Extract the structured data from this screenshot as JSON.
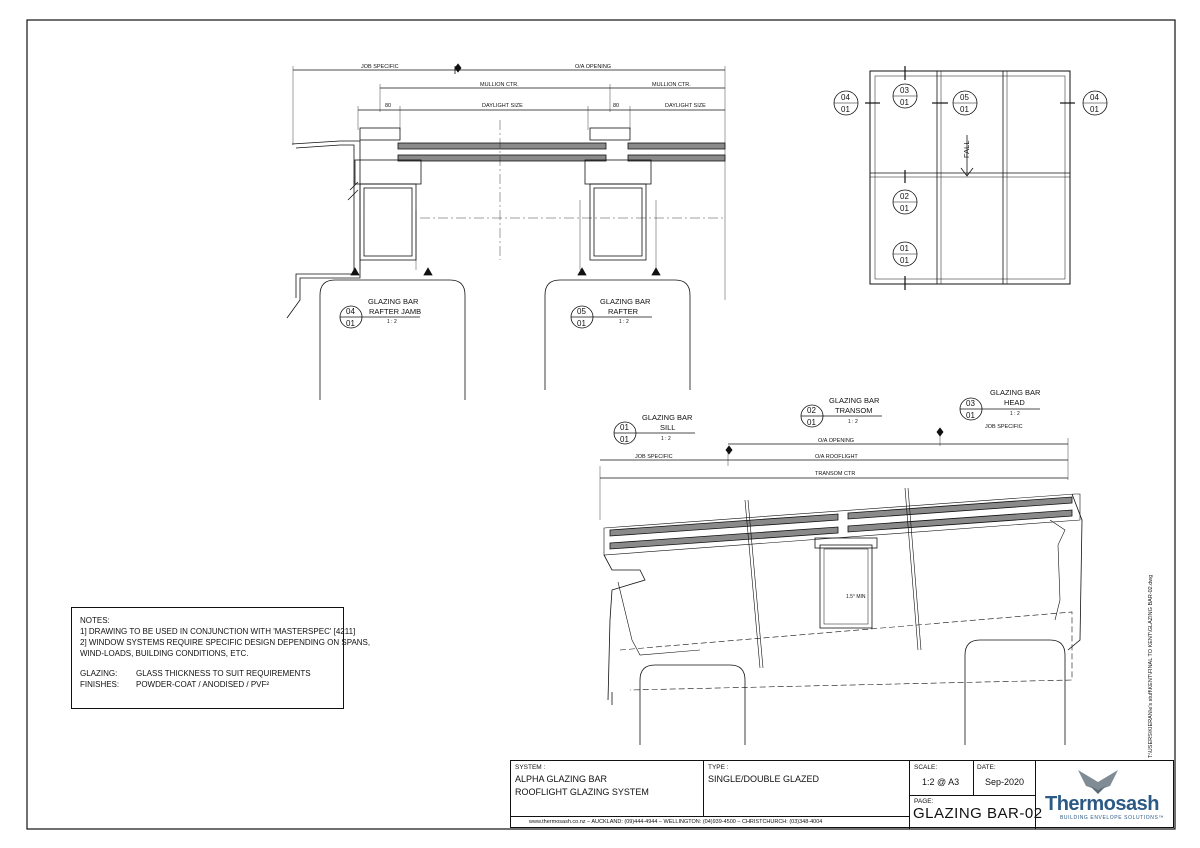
{
  "details": {
    "d04": {
      "num": "04",
      "sheet": "01",
      "title1": "GLAZING BAR",
      "title2": "RAFTER JAMB",
      "scale": "1 : 2"
    },
    "d05": {
      "num": "05",
      "sheet": "01",
      "title1": "GLAZING BAR",
      "title2": "RAFTER",
      "scale": "1 : 2"
    },
    "d01": {
      "num": "01",
      "sheet": "01",
      "title1": "GLAZING BAR",
      "title2": "SILL",
      "scale": "1 : 2"
    },
    "d02": {
      "num": "02",
      "sheet": "01",
      "title1": "GLAZING BAR",
      "title2": "TRANSOM",
      "scale": "1 : 2"
    },
    "d03": {
      "num": "03",
      "sheet": "01",
      "title1": "GLAZING BAR",
      "title2": "HEAD",
      "scale": "1 : 2"
    }
  },
  "dims_top": {
    "job_specific": "JOB SPECIFIC",
    "oa_opening": "O/A OPENING",
    "mullion_ctr_1": "MULLION CTR.",
    "mullion_ctr_2": "MULLION CTR.",
    "w80_1": "80",
    "w80_2": "80",
    "daylight_1": "DAYLIGHT SIZE",
    "daylight_2": "DAYLIGHT SIZE"
  },
  "dims_bottom": {
    "oa_opening": "O/A OPENING",
    "job_specific_right": "JOB SPECIFIC",
    "job_specific_left": "JOB SPECIFIC",
    "oa_rooflight": "O/A ROOFLIGHT",
    "transom_ctr": "TRANSOM CTR",
    "min_note": "1.5° MIN"
  },
  "key_plan": {
    "fall": "FALL",
    "markers": [
      {
        "num": "04",
        "sheet": "01"
      },
      {
        "num": "03",
        "sheet": "01"
      },
      {
        "num": "05",
        "sheet": "01"
      },
      {
        "num": "04",
        "sheet": "01"
      },
      {
        "num": "02",
        "sheet": "01"
      },
      {
        "num": "01",
        "sheet": "01"
      }
    ]
  },
  "notes": {
    "heading": "NOTES:",
    "line1": "1] DRAWING TO BE USED IN CONJUNCTION WITH 'MASTERSPEC' [4211]",
    "line2": "2] WINDOW SYSTEMS REQUIRE SPECIFIC DESIGN DEPENDING ON SPANS,",
    "line3": "WIND-LOADS, BUILDING CONDITIONS, ETC.",
    "glazing_key": "GLAZING:",
    "glazing_val": "GLASS THICKNESS TO SUIT REQUIREMENTS",
    "finishes_key": "FINISHES:",
    "finishes_val": "POWDER-COAT / ANODISED / PVF²"
  },
  "title_block": {
    "system_caption": "SYSTEM :",
    "system_line1": "ALPHA GLAZING BAR",
    "system_line2": "ROOFLIGHT GLAZING SYSTEM",
    "type_caption": "TYPE :",
    "type_value": "SINGLE/DOUBLE GLAZED",
    "scale_caption": "SCALE:",
    "scale_value": "1:2 @ A3",
    "date_caption": "DATE:",
    "date_value": "Sep-2020",
    "page_caption": "PAGE:",
    "page_value": "GLAZING BAR-02",
    "contacts": "www.thermosash.co.nz  –  AUCKLAND: (09)444-4944  –  WELLINGTON: (04)939-4500  –  CHRISTCHURCH: (03)348-4004",
    "logo_name": "Thermosash",
    "logo_tagline": "BUILDING ENVELOPE SOLUTIONS™"
  },
  "file_path": "T:\\USERS\\KIERAN\\e's stuff\\KENT\\FINAL TO KENT\\GLAZING BAR-02.dwg",
  "colors": {
    "line": "#111111",
    "glass": "#8a8a8a",
    "brand": "#2c5a85"
  }
}
